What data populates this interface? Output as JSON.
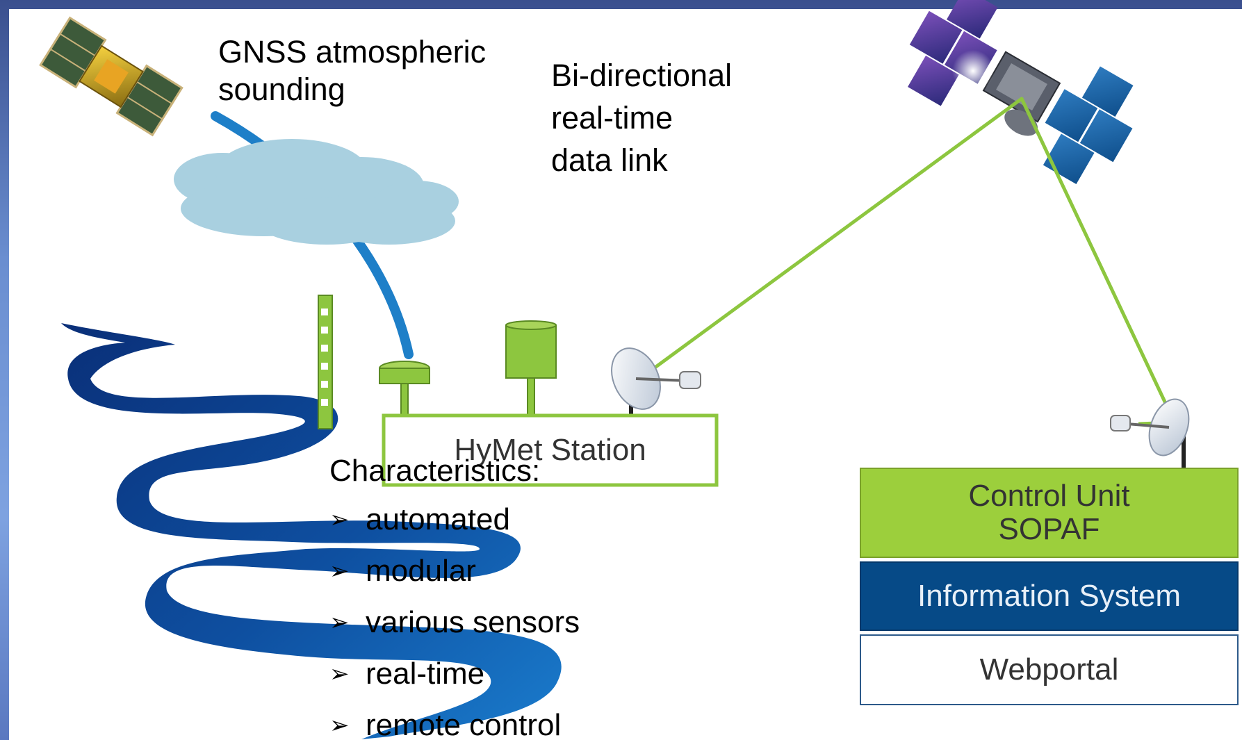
{
  "labels": {
    "gnss": "GNSS atmospheric\nsounding",
    "data_link": "Bi-directional\nreal-time\ndata link",
    "station": "HyMet Station"
  },
  "characteristics": {
    "heading": "Characteristics:",
    "items": [
      "automated",
      "modular",
      "various sensors",
      "real-time",
      "remote control"
    ]
  },
  "system_stack": {
    "control_unit": "Control Unit\nSOPAF",
    "information_system": "Information System",
    "webportal": "Webportal"
  },
  "colors": {
    "link_line": "#8dc63f",
    "river": "#0b3f8a",
    "signal_path": "#1e7fc8",
    "cloud": "#a9d0e0",
    "station_green": "#8dc63f",
    "info_system": "#064a87"
  }
}
